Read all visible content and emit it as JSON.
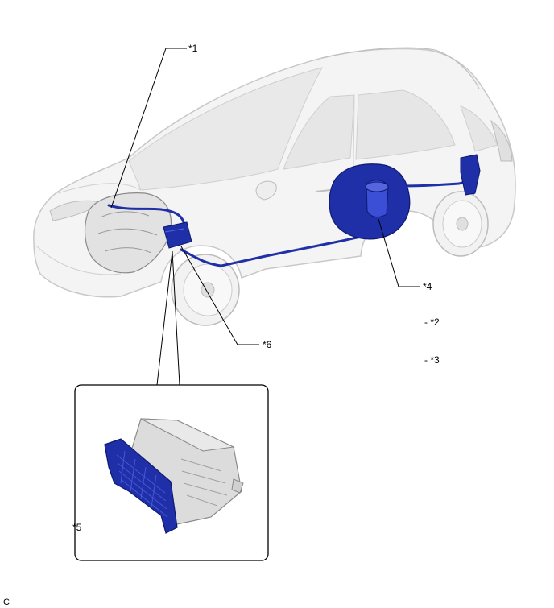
{
  "diagram": {
    "callouts": {
      "c1": "*1",
      "c2": "- *2",
      "c3": "- *3",
      "c4": "*4",
      "c5": "*5",
      "c6": "*6"
    },
    "figure_code": "C",
    "colors": {
      "car_body": "#f4f4f4",
      "car_outline": "#c8c8c8",
      "component_blue": "#1f2fa8",
      "component_blue_light": "#3b4fd6",
      "ecu_case": "#dcdcdc",
      "leader_line": "#000000"
    }
  }
}
